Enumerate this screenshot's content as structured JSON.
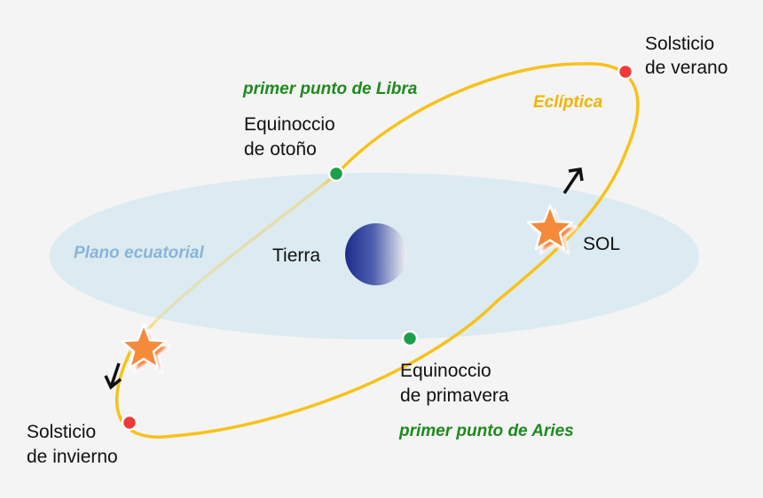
{
  "labels": {
    "summer_solstice_line1": "Solsticio",
    "summer_solstice_line2": "de verano",
    "first_point_libra": "primer punto de Libra",
    "ecliptic": "Eclíptica",
    "autumn_equinox_line1": "Equinoccio",
    "autumn_equinox_line2": "de otoño",
    "equatorial_plane": "Plano ecuatorial",
    "earth": "Tierra",
    "sun": "SOL",
    "spring_equinox_line1": "Equinoccio",
    "spring_equinox_line2": "de primavera",
    "winter_solstice_line1": "Solsticio",
    "winter_solstice_line2": "de invierno",
    "first_point_aries": "primer punto de Aries"
  },
  "colors": {
    "background": "#f4f4f4",
    "equatorial_plane": "#dcebf1",
    "ecliptic": "#f7c21a",
    "ecliptic_label": "#f0b400",
    "plane_label": "#8ab4d8",
    "green_label": "#1e8a1e",
    "equinox_dot": "#1aa04a",
    "solstice_dot": "#f03a3a",
    "star_fill": "#f58a3a",
    "earth_dark": "#1d2c8c",
    "earth_light": "#f2f2f5"
  },
  "icons": {
    "sun": "star-icon",
    "direction": "arrow-icon"
  }
}
